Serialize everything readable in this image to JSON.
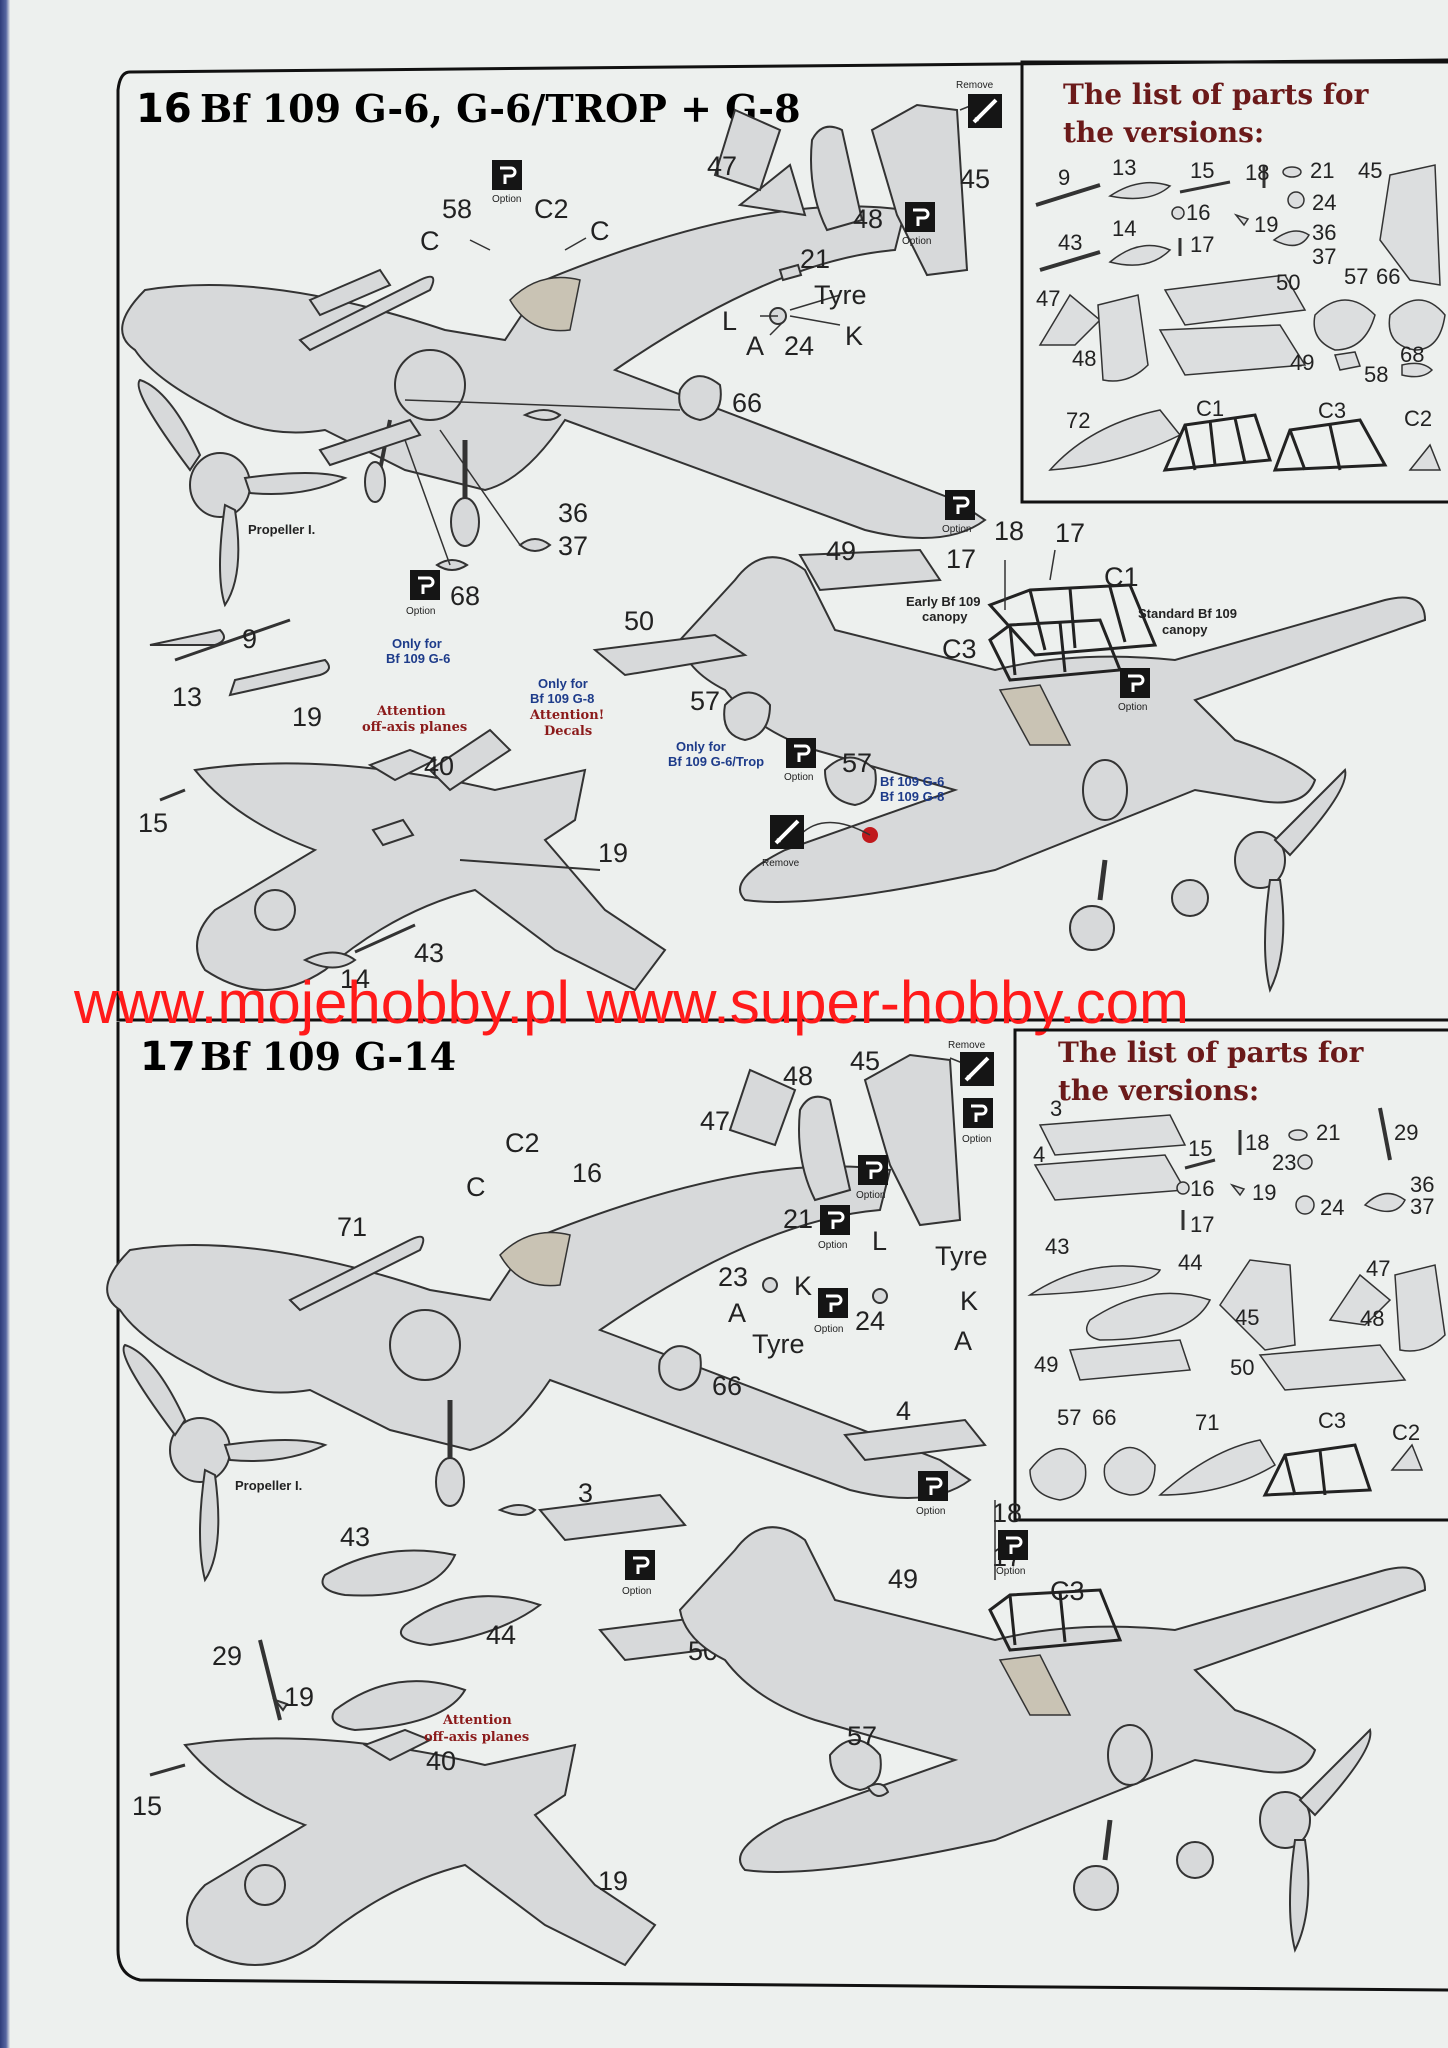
{
  "step16": {
    "number": "16",
    "title": "Bf 109 G-6, G-6/TROP + G-8",
    "list_title_line1": "The list of parts for",
    "list_title_line2": "the versions:",
    "list_parts": [
      "9",
      "13",
      "15",
      "18",
      "21",
      "45",
      "16",
      "24",
      "14",
      "19",
      "43",
      "17",
      "36",
      "37",
      "47",
      "50",
      "57",
      "66",
      "48",
      "49",
      "58",
      "68",
      "72",
      "C1",
      "C3",
      "C2"
    ],
    "callouts": [
      "47",
      "45",
      "48",
      "21",
      "Tyre",
      "L",
      "K",
      "A",
      "24",
      "58",
      "C2",
      "C",
      "C",
      "66",
      "36",
      "37",
      "68",
      "9",
      "13",
      "19",
      "40",
      "15",
      "19",
      "43",
      "14",
      "49",
      "18",
      "17",
      "17",
      "C1",
      "C3",
      "50",
      "57",
      "57"
    ],
    "notes": {
      "remove": "Remove",
      "option": "Option",
      "propeller": "Propeller I.",
      "only_g6_l1": "Only for",
      "only_g6_l2": "Bf 109 G-6",
      "only_g8_l1": "Only for",
      "only_g8_l2": "Bf 109 G-8",
      "attention_decals_l1": "Attention!",
      "attention_decals_l2": "Decals",
      "attention_planes_l1": "Attention",
      "attention_planes_l2": "off-axis planes",
      "early_canopy_l1": "Early Bf 109",
      "early_canopy_l2": "canopy",
      "standard_canopy_l1": "Standard Bf 109",
      "standard_canopy_l2": "canopy",
      "only_trop_l1": "Only for",
      "only_trop_l2": "Bf 109 G-6/Trop",
      "g6_l1": "Bf 109 G-6",
      "g6_l2": "Bf 109 G-8"
    }
  },
  "watermark": "www.mojehobby.pl www.super-hobby.com",
  "step17": {
    "number": "17",
    "title": "Bf 109 G-14",
    "list_title_line1": "The list of parts for",
    "list_title_line2": "the versions:",
    "list_parts": [
      "3",
      "4",
      "15",
      "18",
      "21",
      "29",
      "23",
      "16",
      "19",
      "24",
      "36",
      "37",
      "17",
      "43",
      "44",
      "45",
      "47",
      "48",
      "49",
      "50",
      "57",
      "66",
      "71",
      "C3",
      "C2"
    ],
    "callouts": [
      "48",
      "45",
      "47",
      "C2",
      "C",
      "16",
      "21",
      "71",
      "23",
      "K",
      "A",
      "Tyre",
      "L",
      "Tyre",
      "K",
      "24",
      "A",
      "66",
      "4",
      "3",
      "18",
      "17",
      "43",
      "44",
      "49",
      "50",
      "C3",
      "29",
      "19",
      "40",
      "15",
      "19",
      "57"
    ],
    "notes": {
      "remove": "Remove",
      "option": "Option",
      "propeller": "Propeller I.",
      "attention_planes_l1": "Attention",
      "attention_planes_l2": "off-axis planes"
    }
  },
  "colors": {
    "list_title": "#6b1a1a",
    "watermark": "#ff1a1a",
    "note_blue": "#1d3b8a",
    "note_red": "#8b1a1a"
  }
}
